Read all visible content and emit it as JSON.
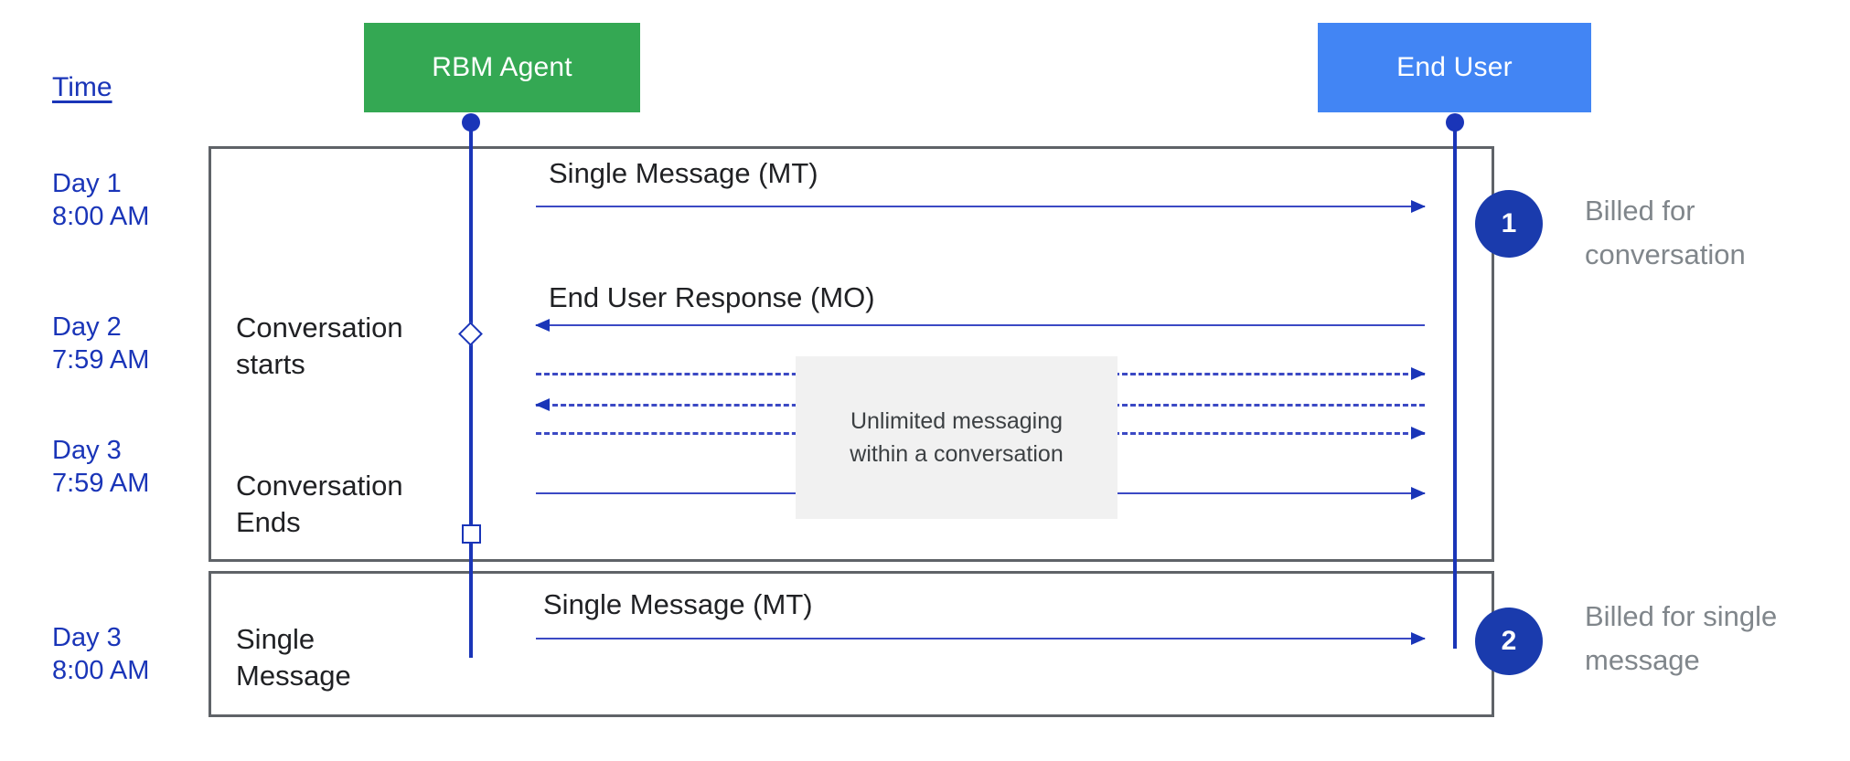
{
  "diagram": {
    "title": "RBM conversation billing timeline",
    "colors": {
      "agent_box": "#34a853",
      "user_box": "#4285f4",
      "lifeline": "#1a35b8",
      "arrow": "#3b49c4",
      "badge": "#1a3bad",
      "panel_border": "#5f6368",
      "note_background": "#f1f1f1",
      "time_text": "#1a35b8",
      "bill_note_text": "#80868b"
    }
  },
  "actors": [
    {
      "id": "rbm-agent",
      "label": "RBM Agent"
    },
    {
      "id": "end-user",
      "label": "End User"
    }
  ],
  "time_axis": {
    "header": "Time",
    "entries": [
      {
        "day": "Day 1",
        "time": "8:00 AM",
        "text": "Day 1\n8:00 AM"
      },
      {
        "day": "Day 2",
        "time": "7:59 AM",
        "text": "Day 2\n7:59 AM"
      },
      {
        "day": "Day 3",
        "time": "7:59 AM",
        "text": "Day 3\n7:59 AM"
      },
      {
        "day": "Day 3",
        "time": "8:00 AM",
        "text": "Day 3\n8:00 AM"
      }
    ]
  },
  "stage_labels": [
    {
      "id": "conversation-starts",
      "text": "Conversation\nstarts"
    },
    {
      "id": "conversation-ends",
      "text": "Conversation\nEnds"
    },
    {
      "id": "single-message",
      "text": "Single\nMessage"
    }
  ],
  "messages": [
    {
      "id": "mt-1",
      "caption": "Single Message (MT)",
      "direction": "agent-to-user",
      "style": "solid"
    },
    {
      "id": "mo-1",
      "caption": "End User Response (MO)",
      "direction": "user-to-agent",
      "style": "solid"
    },
    {
      "id": "mt-2",
      "caption": "Single Message (MT)",
      "direction": "agent-to-user",
      "style": "solid"
    }
  ],
  "note": {
    "text": "Unlimited messaging\nwithin a conversation"
  },
  "billing": [
    {
      "badge": "1",
      "note": "Billed for\nconversation"
    },
    {
      "badge": "2",
      "note": "Billed for single\nmessage"
    }
  ]
}
